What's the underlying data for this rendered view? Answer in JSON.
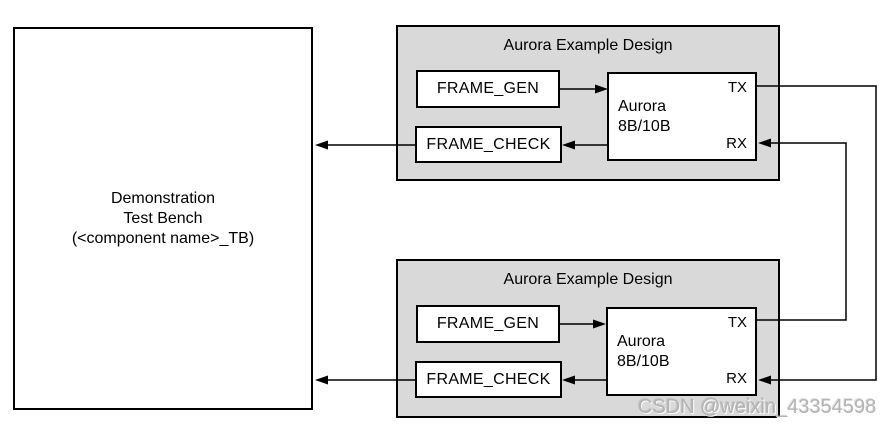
{
  "diagram": {
    "testbench": {
      "line1": "Demonstration",
      "line2": "Test Bench",
      "line3": "(<component name>_TB)"
    },
    "designs": [
      {
        "title": "Aurora Example Design",
        "frame_gen_label": "FRAME_GEN",
        "frame_check_label": "FRAME_CHECK",
        "core_name_line1": "Aurora",
        "core_name_line2": "8B/10B",
        "tx_label": "TX",
        "rx_label": "RX"
      },
      {
        "title": "Aurora Example Design",
        "frame_gen_label": "FRAME_GEN",
        "frame_check_label": "FRAME_CHECK",
        "core_name_line1": "Aurora",
        "core_name_line2": "8B/10B",
        "tx_label": "TX",
        "rx_label": "RX"
      }
    ],
    "colors": {
      "background": "#ffffff",
      "design_fill": "#d9d9d9",
      "line": "#000000"
    }
  },
  "watermark": {
    "text": "CSDN @weixin_43354598"
  }
}
